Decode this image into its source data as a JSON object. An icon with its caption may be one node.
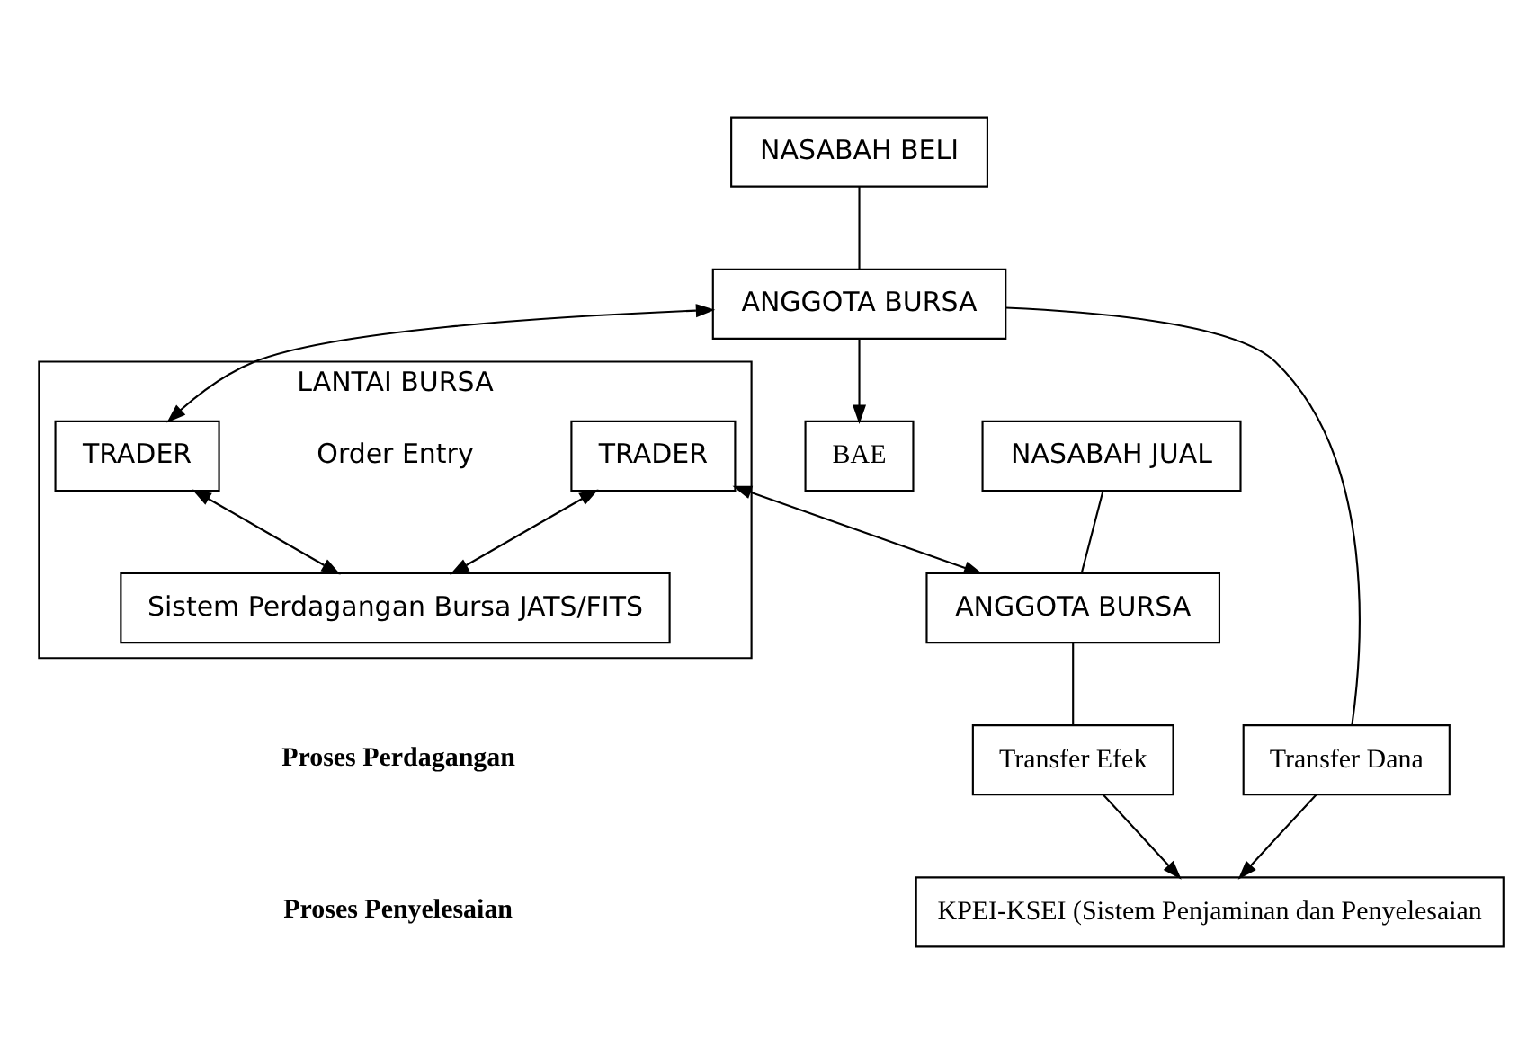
{
  "diagram": {
    "nodes": [
      {
        "text": [
          "NASABAH BELI"
        ]
      },
      {
        "text": [
          "LANTAI BURSA"
        ]
      },
      {
        "text": [
          "NASABAH JUAL"
        ]
      },
      {
        "text": [
          "ANGGOTA BURSA"
        ]
      },
      {
        "text": [
          "TRADER"
        ],
        "in": 1
      },
      {
        "text": [
          "TRADER"
        ],
        "in": 1
      },
      {
        "text": [
          "ANGGOTA BURSA"
        ]
      },
      {
        "text": [
          "Sistem Perdagangan Bursa JATS/FITS"
        ],
        "in": 1
      },
      {
        "text": [
          "KPEI-KSEI (Sistem Penjaminan dan Penyelesaian"
        ]
      },
      {
        "text": [
          "Transfer Dana"
        ]
      },
      {
        "text": [
          "Transfer Efek"
        ]
      },
      {
        "text": [
          "BAE"
        ]
      }
    ],
    "edges": [
      {
        "from": 0,
        "to": 3,
        "arrow": "none"
      },
      {
        "from": 3,
        "to": 4,
        "arrow": "both"
      },
      {
        "from": 4,
        "to": 7,
        "arrow": "both"
      },
      {
        "from": 5,
        "to": 7,
        "arrow": "both"
      },
      {
        "from": 5,
        "to": 6,
        "arrow": "both"
      },
      {
        "from": 2,
        "to": 6,
        "arrow": "none"
      },
      {
        "from": 3,
        "to": 11,
        "arrow": "to"
      },
      {
        "from": 3,
        "to": 9,
        "arrow": "none"
      },
      {
        "from": 6,
        "to": 10,
        "arrow": "none"
      },
      {
        "from": 9,
        "to": 8,
        "arrow": "to"
      },
      {
        "from": 10,
        "to": 8,
        "arrow": "to"
      }
    ],
    "labels": [
      "Order Entry",
      "Proses Perdagangan",
      "Proses Penyelesaian"
    ]
  }
}
